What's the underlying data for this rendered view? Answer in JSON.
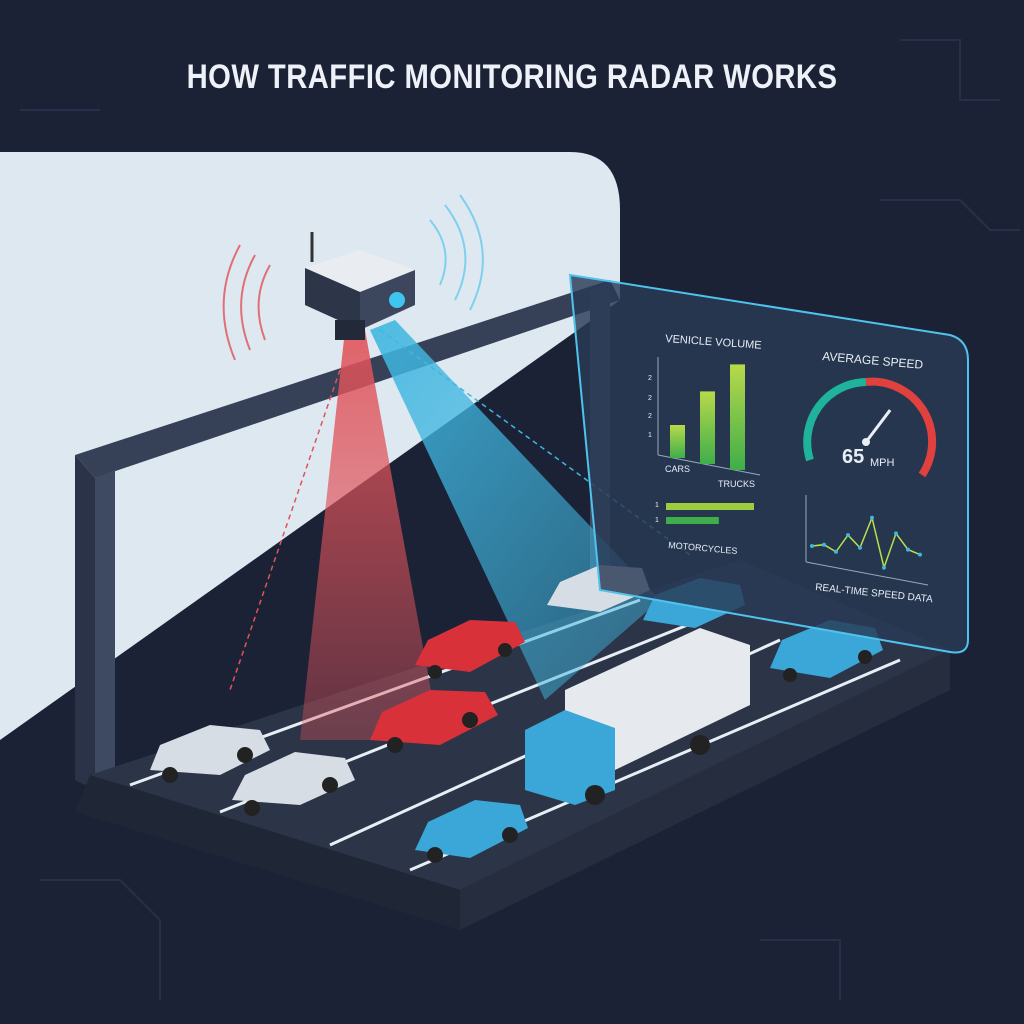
{
  "title": "HOW TRAFFIC MONITORING RADAR WORKS",
  "dashboard": {
    "volume": {
      "title": "VENICLE VOLUME",
      "y_ticks": [
        "2",
        "2",
        "2",
        "1"
      ],
      "bar_labels": [
        "CARS",
        "TRUCKS"
      ],
      "bars": [
        1,
        2.2,
        3.2
      ],
      "h_ticks": [
        "1",
        "1"
      ],
      "h_bars": [
        1,
        0.6
      ],
      "h_label": "MOTORCYCLES"
    },
    "speed": {
      "title": "AVERAGE SPEED",
      "value": "65",
      "unit": "MPH",
      "gauge_fraction": 0.62
    },
    "realtime": {
      "title": "REAL-TIME SPEED DATA",
      "points": [
        2,
        2.5,
        1.8,
        4.5,
        3,
        7.6,
        0.8,
        6,
        4,
        3.6
      ]
    }
  },
  "colors": {
    "background": "#1b2236",
    "radar_red": "#e0535a",
    "radar_blue": "#3fb6e0",
    "bar_green": "#7cc43f",
    "gauge_teal": "#1fb39c",
    "gauge_red": "#e0403e"
  }
}
